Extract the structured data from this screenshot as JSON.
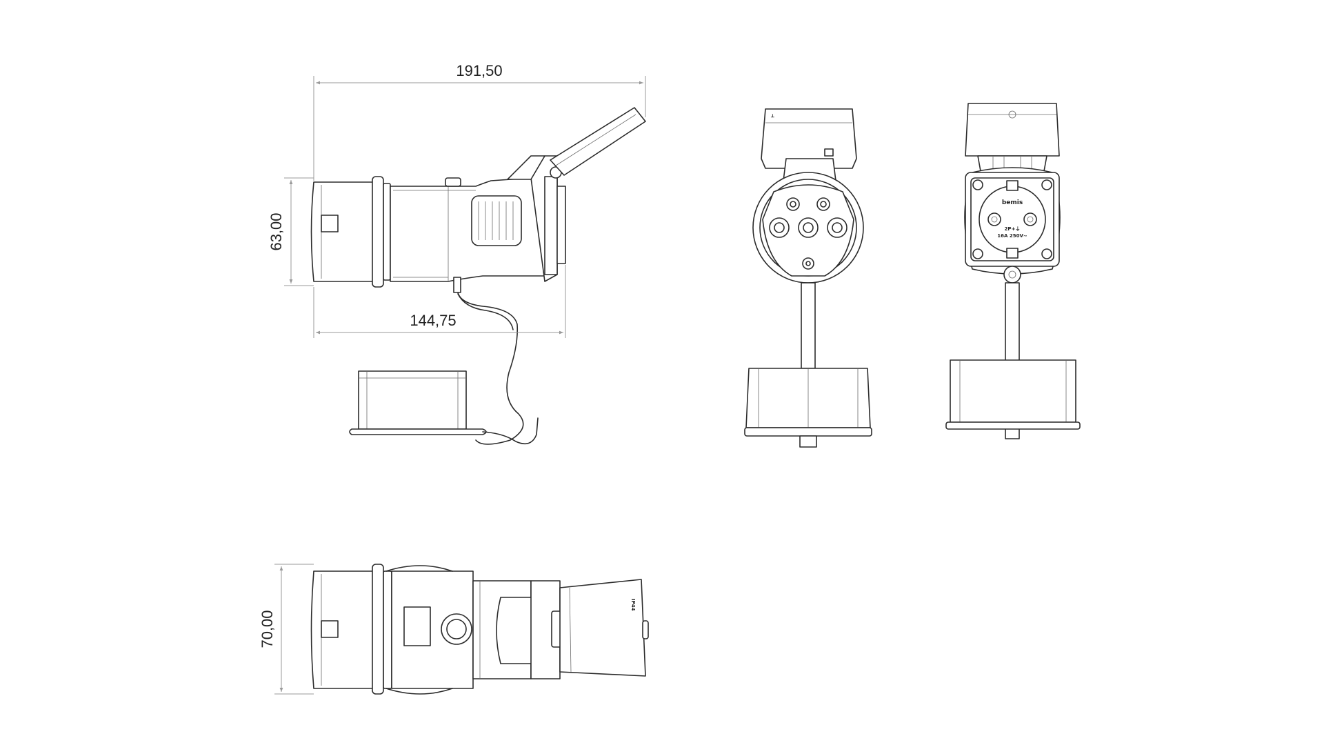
{
  "dimensions": {
    "overall_length": "191,50",
    "body_length": "144,75",
    "height": "63,00",
    "width": "70,00"
  },
  "labels": {
    "brand": "bemis",
    "ip_rating": "IP44",
    "rating_line_1": "2P+⏚",
    "rating_line_2": "16A 250V~"
  },
  "colors": {
    "line": "#2b2b2b",
    "dimension": "#9a9a9a",
    "background": "#ffffff"
  }
}
